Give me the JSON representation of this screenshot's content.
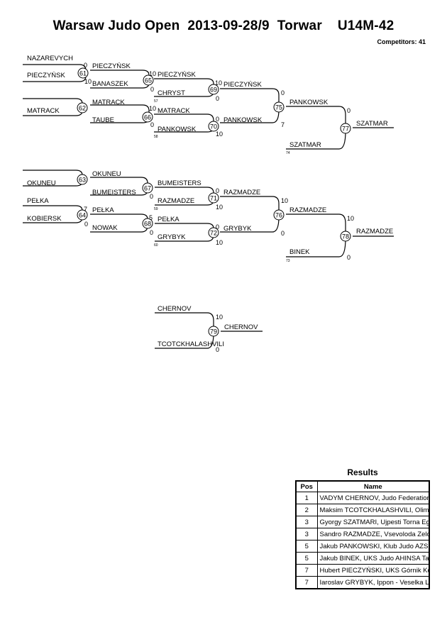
{
  "header": {
    "title": "Warsaw Judo Open  2013-09-28/9  Torwar    U14M-42",
    "competitors": "Competitors: 41"
  },
  "bracket": {
    "names": {
      "n1": "NAZAREVYCH",
      "n2": "PIECZYŃSK",
      "n3": "PIECZYŃSK",
      "n4": "BANASZEK",
      "n5": "PIECZYŃSK",
      "n6": "CHRYST",
      "n7": "PIECZYŃSK",
      "n8": "MATRACK",
      "n9": "MATRACK",
      "n10": "TAUBE",
      "n11": "MATRACK",
      "n12": "PANKOWSK",
      "n13": "PANKOWSK",
      "n14": "PANKOWSK",
      "n15": "SZATMAR",
      "n16": "SZATMAR",
      "n17": "OKUNEU",
      "n18": "OKUNEU",
      "n19": "BUMEISTERS",
      "n20": "BUMEISTERS",
      "n21": "RAZMADZE",
      "n22": "RAZMADZE",
      "n23": "PEŁKA",
      "n24": "KOBIERSK",
      "n25": "PEŁKA",
      "n26": "NOWAK",
      "n27": "PEŁKA",
      "n28": "GRYBYK",
      "n29": "GRYBYK",
      "n30": "RAZMADZE",
      "n31": "BINEK",
      "n32": "RAZMADZE",
      "n33": "CHERNOV",
      "n34": "TCOTCKHALASHVILI",
      "n35": "CHERNOV"
    },
    "matches": {
      "m61": "61",
      "m62": "62",
      "m63": "63",
      "m64": "64",
      "m65": "65",
      "m66": "66",
      "m67": "67",
      "m68": "68",
      "m69": "69",
      "m70": "70",
      "m71": "71",
      "m72": "72",
      "m75": "75",
      "m76": "76",
      "m77": "77",
      "m78": "78",
      "m79": "79"
    },
    "scores": {
      "s61a": "0",
      "s61b": "10",
      "s65a": "10",
      "s65b": "0",
      "s66a": "10",
      "s66b": "0",
      "s69a": "10",
      "s69b": "0",
      "s70a": "0",
      "s70b": "10",
      "s75a": "0",
      "s75b": "7",
      "s77a": "0",
      "s64a": "7",
      "s64b": "0",
      "s68a": "5",
      "s68b": "0",
      "s67a": "0",
      "s71a": "0",
      "s71b": "10",
      "s72a": "0",
      "s72b": "10",
      "s76a": "10",
      "s76b": "0",
      "s78a": "10",
      "s78b": "0",
      "s79a": "10",
      "s79b": "0"
    },
    "small": {
      "r57": "57",
      "r58": "58",
      "r59": "59",
      "r60": "60",
      "r73": "73",
      "r74": "74"
    }
  },
  "results": {
    "title": "Results",
    "headers": {
      "pos": "Pos",
      "name": "Name"
    },
    "rows": [
      {
        "pos": "1",
        "name": "VADYM CHERNOV, Judo Federation"
      },
      {
        "pos": "2",
        "name": "Maksim TCOTCKHALASHVILI, Olimpiy"
      },
      {
        "pos": "3",
        "name": "Gyorgy SZATMARI, Ujpesti Torna Eg"
      },
      {
        "pos": "3",
        "name": "Sandro RAZMADZE, Vsevoloda Zelc"
      },
      {
        "pos": "5",
        "name": "Jakub PANKOWSKI, Klub Judo AZS"
      },
      {
        "pos": "5",
        "name": "Jakub BINEK, UKS Judo AHINSA Tar"
      },
      {
        "pos": "7",
        "name": "Hubert PIECZYŃSKI, UKS Górnik Kon"
      },
      {
        "pos": "7",
        "name": "Iaroslav GRYBYK, Ippon - Veselka L"
      }
    ]
  }
}
